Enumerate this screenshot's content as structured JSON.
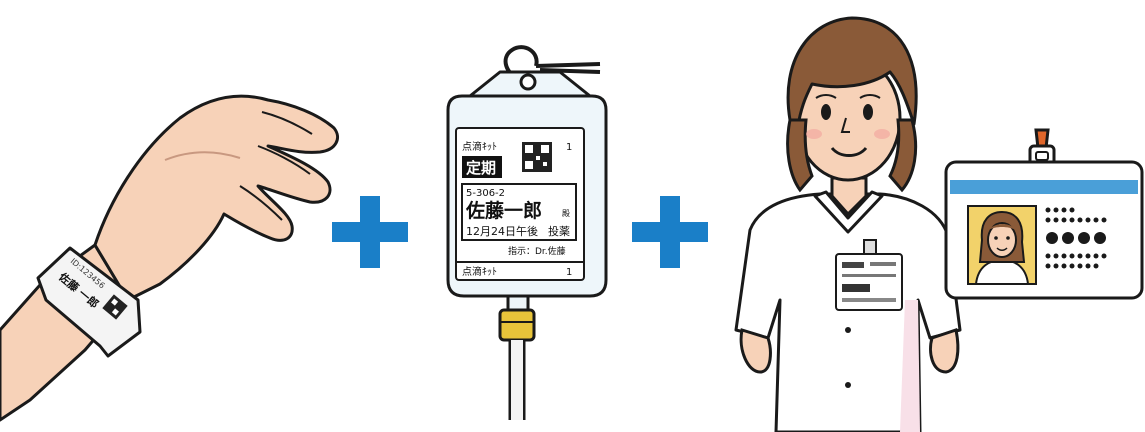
{
  "iv_bag": {
    "header": "点滴ｷｯﾄ",
    "header_num": "1",
    "category": "定期",
    "patient_code": "5-306-2",
    "patient_name": "佐藤一郎",
    "honorific": "殿",
    "schedule": "12月24日午後",
    "action": "投薬",
    "instruction": "指示：Dr.佐藤",
    "footer": "点滴ｷｯﾄ",
    "footer_num": "1"
  },
  "wristband": {
    "id_line": "ID:123456",
    "name": "佐藤 一郎"
  },
  "colors": {
    "plus": "#1a7fc8",
    "skin": "#f7d2b8",
    "outline": "#1a1a1a",
    "hair": "#8a5a38",
    "uniform": "#ffffff",
    "bag_fill": "#eef6fa",
    "id_card_band": "#4a9fd8",
    "tube_connector": "#e8c43a"
  },
  "icons": {
    "plus_1": "plus-icon",
    "plus_2": "plus-icon"
  }
}
